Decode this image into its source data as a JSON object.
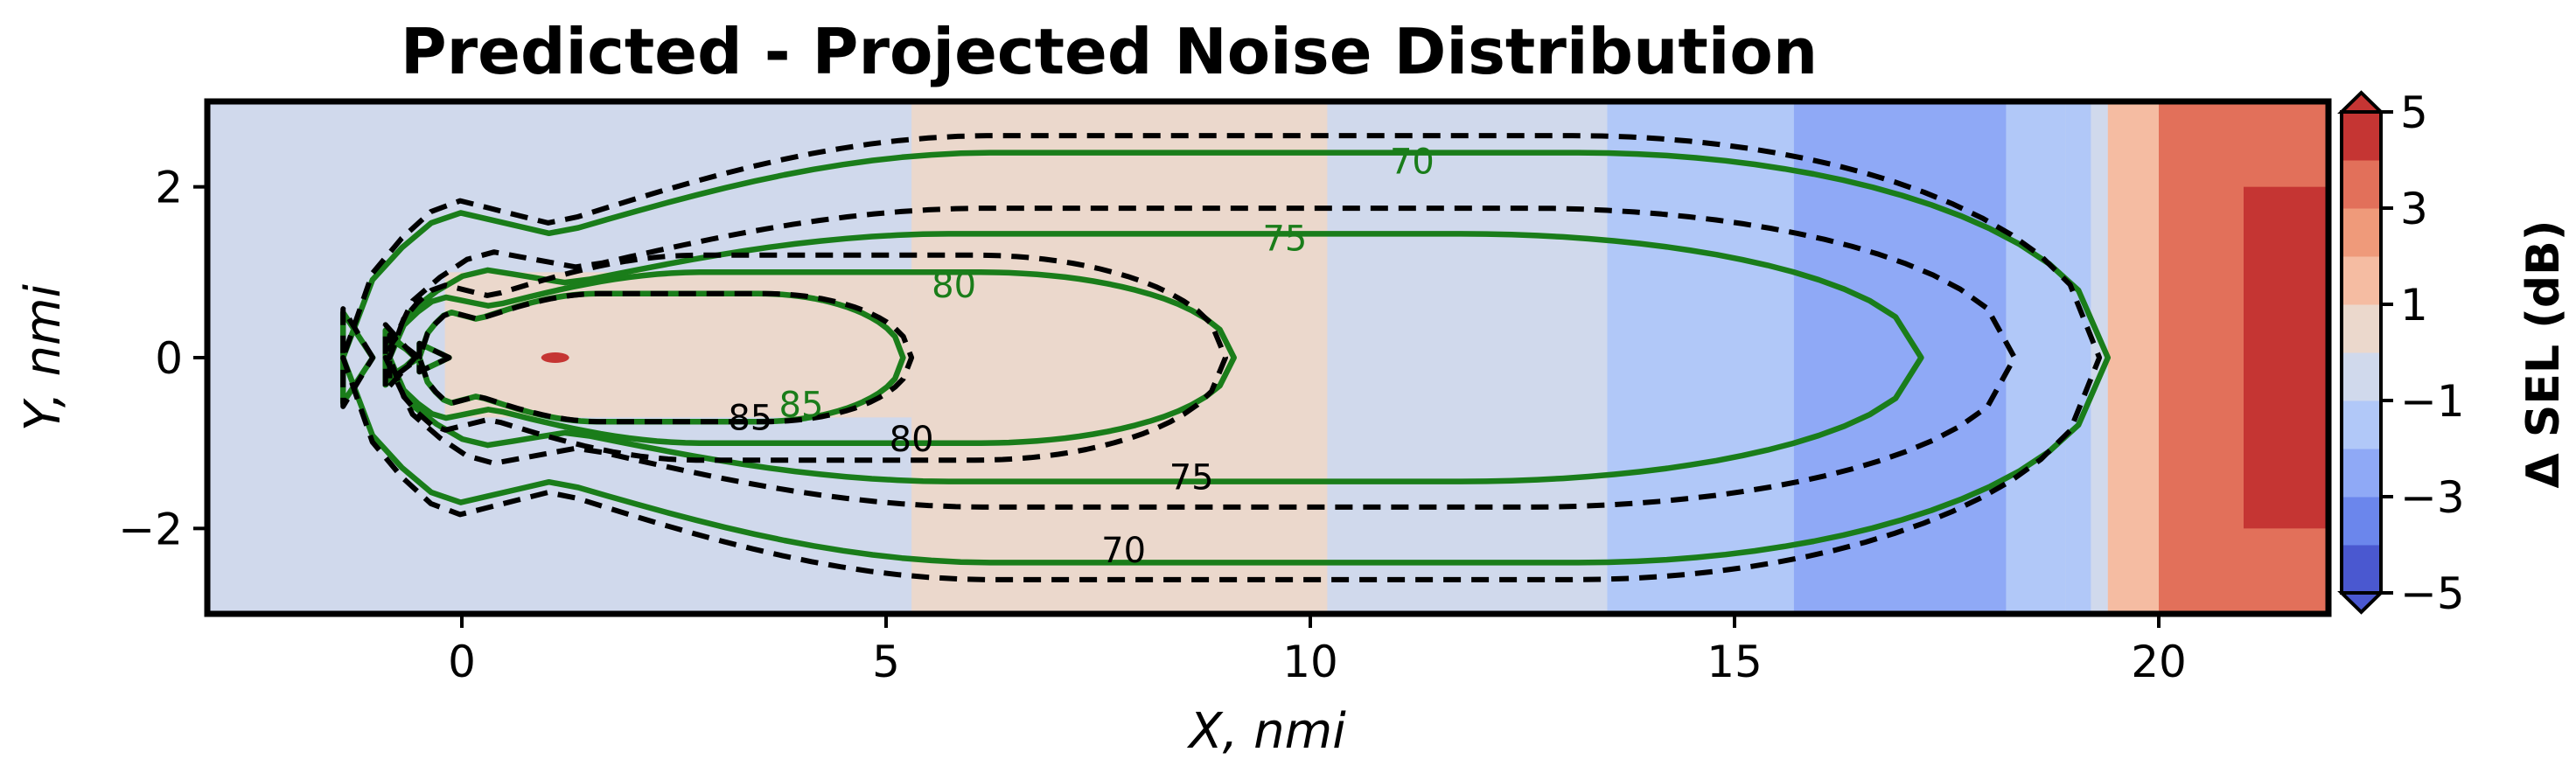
{
  "chart_data": {
    "type": "contour",
    "title": "Predicted - Projected Noise Distribution",
    "xlabel": "X, nmi",
    "ylabel": "Y, nmi",
    "xlim": [
      -3,
      22
    ],
    "ylim": [
      -3,
      3
    ],
    "x_ticks": [
      0,
      5,
      10,
      15,
      20
    ],
    "y_ticks": [
      -2,
      0,
      2
    ],
    "x_tick_labels": [
      "0",
      "5",
      "10",
      "15",
      "20"
    ],
    "y_tick_labels": [
      "−2",
      "0",
      "2"
    ],
    "grid": false,
    "colorbar": {
      "label": "Δ SEL (dB)",
      "range": [
        -5,
        5
      ],
      "extend": "both",
      "ticks": [
        5,
        3,
        1,
        -1,
        -3,
        -5
      ],
      "tick_labels": [
        "5",
        "3",
        "1",
        "−1",
        "−3",
        "−5"
      ],
      "levels": [
        -5,
        -4,
        -3,
        -2,
        -1,
        0,
        1,
        2,
        3,
        4,
        5
      ],
      "colors": [
        "#4a58d0",
        "#6b86ec",
        "#8fa9f6",
        "#b1c8f8",
        "#d0d9ec",
        "#ebd8cc",
        "#f5bca2",
        "#ef9a7a",
        "#e2705a",
        "#c53533"
      ]
    },
    "delta_regions": [
      {
        "x": [
          -3,
          22
        ],
        "y": [
          -3,
          3
        ],
        "delta_sel": -0.5
      },
      {
        "x": [
          5.3,
          10.2
        ],
        "y": [
          -3,
          3
        ],
        "delta_sel": 0.5
      },
      {
        "x": [
          -0.2,
          5.3
        ],
        "y": [
          -0.7,
          1.0
        ],
        "delta_sel": 0.5
      },
      {
        "x": [
          13.5,
          18.9
        ],
        "y": [
          -3,
          3
        ],
        "delta_sel": -1.5
      },
      {
        "x": [
          15.7,
          18.2
        ],
        "y": [
          -3,
          3
        ],
        "delta_sel": -2.5
      },
      {
        "x": [
          18.9,
          19.2
        ],
        "y": [
          -3,
          3
        ],
        "delta_sel": -1.5
      },
      {
        "x": [
          19.4,
          20.0
        ],
        "y": [
          -3,
          3
        ],
        "delta_sel": 1.5
      },
      {
        "x": [
          20.0,
          22
        ],
        "y": [
          -3,
          3
        ],
        "delta_sel": 3.5
      },
      {
        "x": [
          21.0,
          22
        ],
        "y": [
          -2.0,
          2.0
        ],
        "delta_sel": 4.5
      }
    ],
    "contour_levels": [
      70,
      75,
      80,
      85
    ],
    "series": [
      {
        "name": "Predicted",
        "style": "solid",
        "color": "#1a7d1a",
        "contours": [
          {
            "level": 70,
            "x_start": -1.4,
            "x_end": 19.4,
            "half_width": 2.4
          },
          {
            "level": 75,
            "x_start": -0.9,
            "x_end": 17.2,
            "half_width": 1.45
          },
          {
            "level": 80,
            "x_start": -0.85,
            "x_end": 9.1,
            "half_width": 1.0
          },
          {
            "level": 85,
            "x_start": -0.5,
            "x_end": 5.2,
            "half_width": 0.75
          }
        ]
      },
      {
        "name": "Projected",
        "style": "dashed",
        "color": "#000000",
        "contours": [
          {
            "level": 70,
            "x_start": -1.4,
            "x_end": 19.3,
            "half_width": 2.6
          },
          {
            "level": 75,
            "x_start": -0.9,
            "x_end": 18.3,
            "half_width": 1.75
          },
          {
            "level": 80,
            "x_start": -0.85,
            "x_end": 9.0,
            "half_width": 1.2
          },
          {
            "level": 85,
            "x_start": -0.5,
            "x_end": 5.3,
            "half_width": 0.75
          }
        ]
      }
    ],
    "contour_labels": [
      {
        "text": "70",
        "x": 11.2,
        "y": 2.3,
        "series": "Predicted"
      },
      {
        "text": "75",
        "x": 9.7,
        "y": 1.4,
        "series": "Predicted"
      },
      {
        "text": "80",
        "x": 5.8,
        "y": 0.85,
        "series": "Predicted"
      },
      {
        "text": "85",
        "x": 4.0,
        "y": -0.55,
        "series": "Predicted"
      },
      {
        "text": "85",
        "x": 3.4,
        "y": -0.7,
        "series": "Projected"
      },
      {
        "text": "80",
        "x": 5.3,
        "y": -0.95,
        "series": "Projected"
      },
      {
        "text": "75",
        "x": 8.6,
        "y": -1.4,
        "series": "Projected"
      },
      {
        "text": "70",
        "x": 7.8,
        "y": -2.25,
        "series": "Projected"
      }
    ],
    "source_marker": {
      "x": 1.1,
      "y": 0.0,
      "delta_sel": 5
    }
  }
}
